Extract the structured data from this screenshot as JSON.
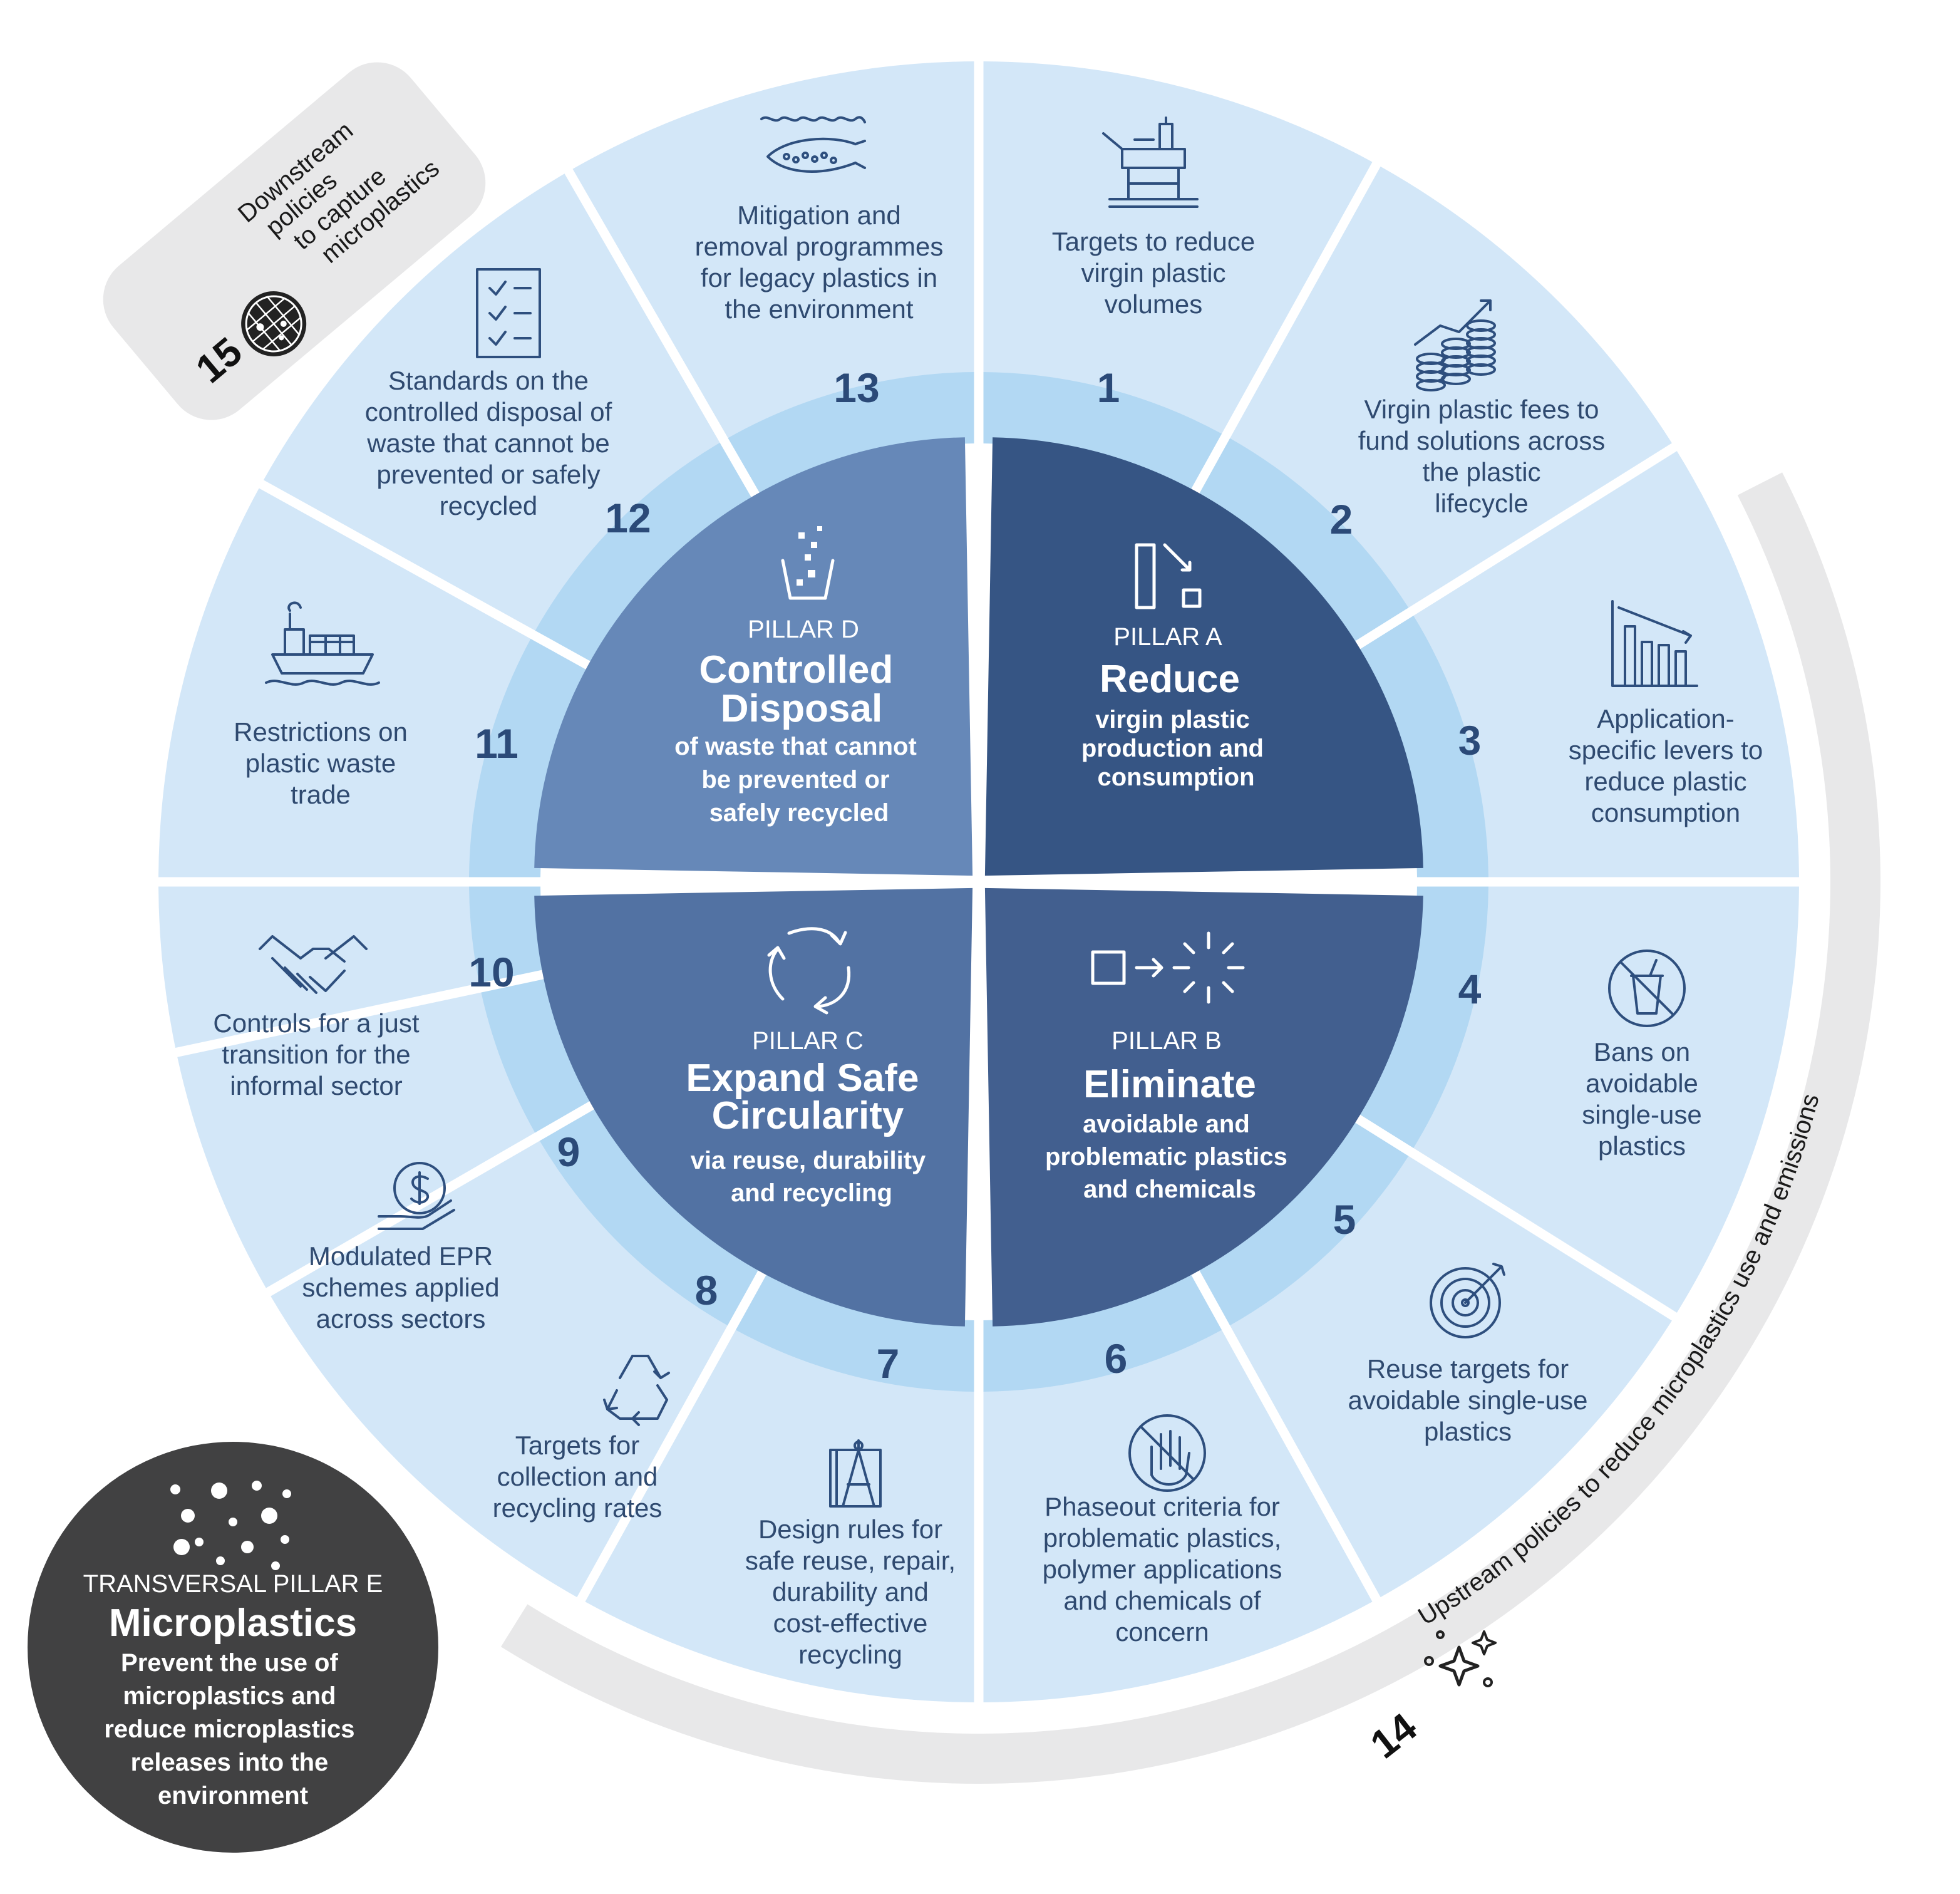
{
  "colors": {
    "segment": "#d3e7f8",
    "inner_ring": "#b2d8f3",
    "pillar_a": "#365584",
    "pillar_b": "#425f8f",
    "pillar_c": "#5272a3",
    "pillar_d": "#6688b8",
    "outer_arc": "#e8e8e9",
    "pillar_e": "#414142",
    "text": "#2f4a70"
  },
  "pillars": {
    "a": {
      "kicker": "PILLAR A",
      "title": "Reduce",
      "subtitle": [
        "virgin plastic",
        "production and",
        "consumption"
      ],
      "icon": "bottle-reduce-icon"
    },
    "b": {
      "kicker": "PILLAR B",
      "title": "Eliminate",
      "subtitle": [
        "avoidable and",
        "problematic plastics",
        "and chemicals"
      ],
      "icon": "eliminate-burst-icon"
    },
    "c": {
      "kicker": "PILLAR C",
      "title": [
        "Expand Safe",
        "Circularity"
      ],
      "subtitle": [
        "via reuse, durability",
        "and recycling"
      ],
      "icon": "circular-arrows-icon"
    },
    "d": {
      "kicker": "PILLAR D",
      "title": [
        "Controlled",
        "Disposal"
      ],
      "subtitle": [
        "of waste that cannot",
        "be prevented or",
        "safely recycled"
      ],
      "icon": "waste-bin-icon"
    },
    "e": {
      "kicker": "TRANSVERSAL PILLAR E",
      "title": "Microplastics",
      "subtitle": [
        "Prevent the use of",
        "microplastics and",
        "reduce microplastics",
        "releases into the",
        "environment"
      ],
      "icon": "microplastic-dots-icon"
    }
  },
  "segments": [
    {
      "num": "1",
      "icon": "oil-rig-icon",
      "text": [
        "Targets to reduce",
        "virgin plastic",
        "volumes"
      ]
    },
    {
      "num": "2",
      "icon": "coins-growth-icon",
      "text": [
        "Virgin plastic fees to",
        "fund solutions across",
        "the plastic",
        "lifecycle"
      ]
    },
    {
      "num": "3",
      "icon": "declining-bar-chart-icon",
      "text": [
        "Application-",
        "specific levers to",
        "reduce plastic",
        "consumption"
      ]
    },
    {
      "num": "4",
      "icon": "no-cup-icon",
      "text": [
        "Bans on",
        "avoidable",
        "single-use",
        "plastics"
      ]
    },
    {
      "num": "5",
      "icon": "target-icon",
      "text": [
        "Reuse targets for",
        "avoidable single-use",
        "plastics"
      ]
    },
    {
      "num": "6",
      "icon": "stop-hand-icon",
      "text": [
        "Phaseout criteria for",
        "problematic plastics,",
        "polymer applications",
        "and chemicals of",
        "concern"
      ]
    },
    {
      "num": "7",
      "icon": "design-compass-icon",
      "text": [
        "Design rules for",
        "safe reuse, repair,",
        "durability and",
        "cost-effective",
        "recycling"
      ]
    },
    {
      "num": "8",
      "icon": "recycle-icon",
      "text": [
        "Targets for",
        "collection and",
        "recycling rates"
      ]
    },
    {
      "num": "9",
      "icon": "dollar-hand-icon",
      "text": [
        "Modulated EPR",
        "schemes applied",
        "across sectors"
      ]
    },
    {
      "num": "10",
      "icon": "handshake-icon",
      "text": [
        "Controls for a just",
        "transition for the",
        "informal sector"
      ]
    },
    {
      "num": "11",
      "icon": "cargo-ship-icon",
      "text": [
        "Restrictions on",
        "plastic waste",
        "trade"
      ]
    },
    {
      "num": "12",
      "icon": "checklist-icon",
      "text": [
        "Standards on the",
        "controlled disposal of",
        "waste that cannot be",
        "prevented or safely",
        "recycled"
      ]
    },
    {
      "num": "13",
      "icon": "ocean-net-icon",
      "text": [
        "Mitigation and",
        "removal programmes",
        "for legacy plastics in",
        "the environment"
      ]
    }
  ],
  "outer": {
    "upstream": {
      "num": "14",
      "label": "Upstream policies to reduce microplastics use and emissions",
      "icon": "sparkle-icon"
    },
    "downstream": {
      "num": "15",
      "label": [
        "Downstream",
        "policies",
        "to capture",
        "microplastics"
      ],
      "icon": "filter-mesh-icon"
    }
  }
}
